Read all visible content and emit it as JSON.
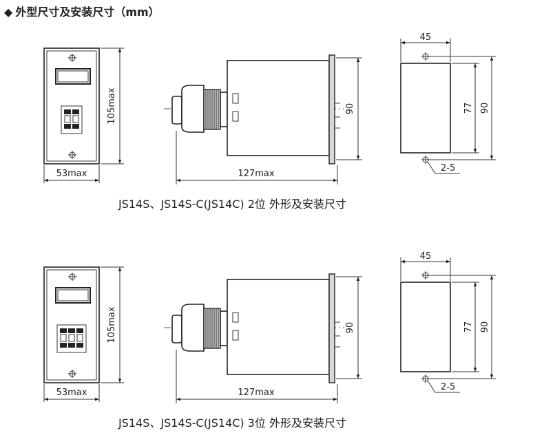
{
  "header": {
    "title": "外型尺寸及安装尺寸（mm）",
    "bullet_icon": "diamond-icon"
  },
  "drawings": [
    {
      "front_width": "53max",
      "front_height": "105max",
      "side_length": "127max",
      "side_height": "90",
      "mount_width": "45",
      "mount_inner_height": "77",
      "mount_outer_height": "90",
      "mount_hole": "2-5",
      "caption": "JS14S、JS14S-C(JS14C)  2位  外形及安装尺寸",
      "digits": 2
    },
    {
      "front_width": "53max",
      "front_height": "105max",
      "side_length": "127max",
      "side_height": "90",
      "mount_width": "45",
      "mount_inner_height": "77",
      "mount_outer_height": "90",
      "mount_hole": "2-5",
      "caption": "JS14S、JS14S-C(JS14C)  3位  外形及安装尺寸",
      "digits": 3
    }
  ],
  "colors": {
    "line": "#222222",
    "shade": "#d8d8d8",
    "background": "#ffffff"
  }
}
